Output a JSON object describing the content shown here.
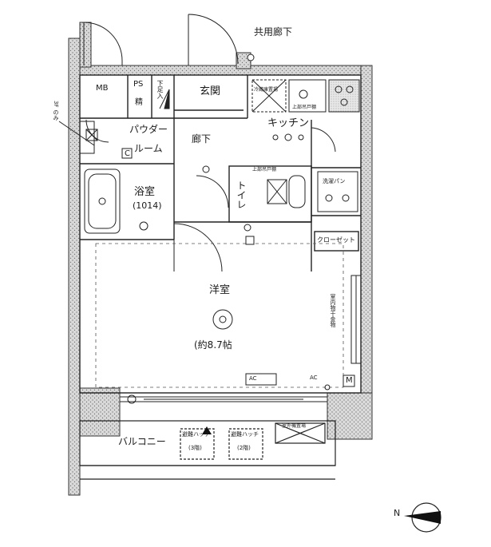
{
  "corridor_label": "共用廊下",
  "rooms": {
    "mb": "MB",
    "ps": "PS",
    "shoe_box": "精",
    "shoe_rack": "下足入",
    "entrance": "玄関",
    "hall": "廊下",
    "kitchen": "キッチン",
    "powder_room_1": "パウダー",
    "powder_room_2": "ルーム",
    "bath": "浴室",
    "bath_size": "(1014)",
    "toilet": "トイレ",
    "closet": "クローゼット",
    "western_room": "洋室",
    "western_room_size": "(約8.7帖",
    "balcony": "バルコニー"
  },
  "annotations": {
    "c_mark": "C",
    "m_mark": "M",
    "ac_left": "AC",
    "ac_right": "AC",
    "wall_note": "室内物干金物",
    "rise_pipe": "3F のみ",
    "fridge_space": "冷蔵庫置場",
    "sink_cabinet": "上部吊戸棚",
    "toilet_cabinet": "上部吊戸棚",
    "washer": "洗濯パン",
    "hatch_3f_1": "避難ハッチ",
    "hatch_3f_2": "(3階)",
    "hatch_2f_1": "避難ハッチ",
    "hatch_2f_2": "(2階)",
    "outdoor_unit": "室外機置場"
  },
  "icons": {
    "compass": "north-arrow-icon",
    "light": "ceiling-light-icon"
  }
}
